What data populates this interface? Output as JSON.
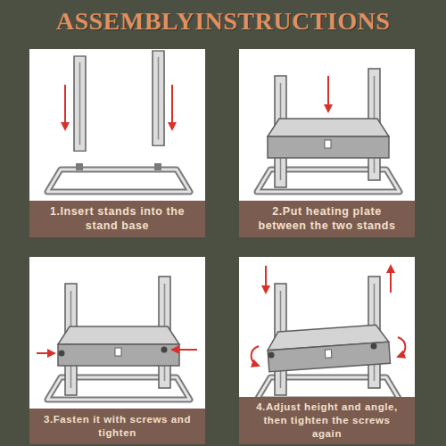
{
  "diagram": {
    "title": "ASSEMBLYINSTRUCTIONS",
    "nodes": [
      {
        "text": [
          "1.Insert stands into the stand base"
        ]
      },
      {
        "text": [
          "2.Put heating plate between the two stands"
        ]
      },
      {
        "text": [
          "3.Fasten it with screws and tighten"
        ]
      },
      {
        "text": [
          "4.Adjust height and angle, then tighten the screws again"
        ]
      }
    ]
  }
}
